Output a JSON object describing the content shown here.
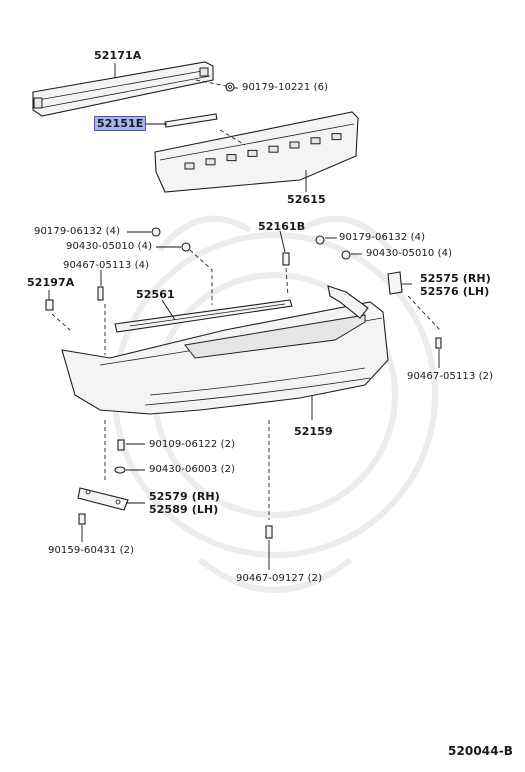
{
  "diagram": {
    "parts": [
      {
        "id": "p52171A",
        "number": "52171A"
      },
      {
        "id": "p90179_10221",
        "number": "90179-10221 (6)"
      },
      {
        "id": "p52151E",
        "number": "52151E",
        "highlighted": true
      },
      {
        "id": "p52615",
        "number": "52615"
      },
      {
        "id": "p90179_06132_l",
        "number": "90179-06132 (4)"
      },
      {
        "id": "p90430_05010_l",
        "number": "90430-05010 (4)"
      },
      {
        "id": "p90467_05113_l",
        "number": "90467-05113 (4)"
      },
      {
        "id": "p52197A",
        "number": "52197A"
      },
      {
        "id": "p52161B",
        "number": "52161B"
      },
      {
        "id": "p90179_06132_r",
        "number": "90179-06132 (4)"
      },
      {
        "id": "p90430_05010_r",
        "number": "90430-05010 (4)"
      },
      {
        "id": "p52575",
        "number": "52575 (RH)"
      },
      {
        "id": "p52576",
        "number": "52576 (LH)"
      },
      {
        "id": "p52561",
        "number": "52561"
      },
      {
        "id": "p90467_05113_r",
        "number": "90467-05113 (2)"
      },
      {
        "id": "p52159",
        "number": "52159"
      },
      {
        "id": "p90109_06122",
        "number": "90109-06122 (2)"
      },
      {
        "id": "p90430_06003",
        "number": "90430-06003 (2)"
      },
      {
        "id": "p52579",
        "number": "52579 (RH)"
      },
      {
        "id": "p52589",
        "number": "52589 (LH)"
      },
      {
        "id": "p90159_60431",
        "number": "90159-60431 (2)"
      },
      {
        "id": "p90467_09127",
        "number": "90467-09127 (2)"
      }
    ],
    "figure_code": "520044-B",
    "highlight_color": "#aab4ea",
    "highlight_border": "#4b56b2"
  }
}
